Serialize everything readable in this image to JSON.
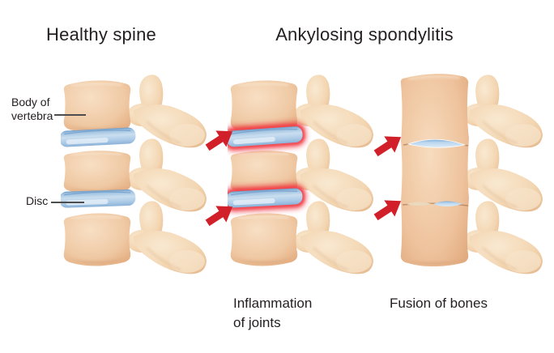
{
  "titles": {
    "healthy": "Healthy spine",
    "ankylosing": "Ankylosing spondylitis"
  },
  "labels": {
    "body_of_vertebra": {
      "line1": "Body of",
      "line2": "vertebra"
    },
    "disc": "Disc"
  },
  "captions": {
    "inflammation": {
      "line1": "Inflammation",
      "line2": "of joints"
    },
    "fusion": "Fusion of bones"
  },
  "icons": {
    "arrow": "red-block-arrow"
  },
  "colors": {
    "background": "#ffffff",
    "text": "#231f20",
    "leader_line": "#4d4d4d",
    "bone": "#eec29d",
    "bone_light": "#f6dfc4",
    "bone_shadow": "#d99e71",
    "disc_blue": "#aac9e6",
    "disc_edge": "#6f9cc9",
    "disc_highlight": "#e9f2fa",
    "inflammation_red": "#ee2e38",
    "inflammation_glow": "#f4454d",
    "arrow_red": "#d2202a",
    "fusion_crease": "#a06c44",
    "fusion_lens_tan": "#ead9bd"
  }
}
